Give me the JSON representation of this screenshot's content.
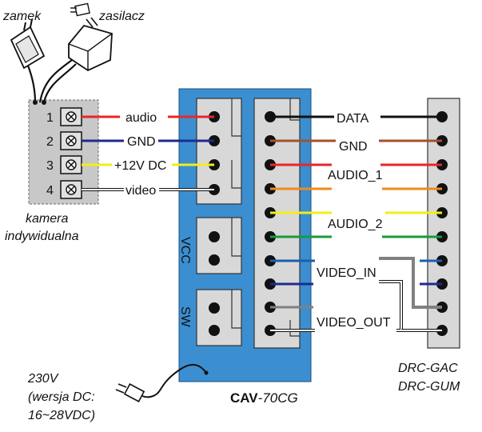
{
  "labels": {
    "zamek": "zamek",
    "zasilacz": "zasilacz",
    "kamera_line1": "kamera",
    "kamera_line2": "indywidualna",
    "terminal_1": "1",
    "terminal_2": "2",
    "terminal_3": "3",
    "terminal_4": "4",
    "audio": "audio",
    "gnd_left": "GND",
    "v12": "+12V DC",
    "video": "video",
    "vcc": "VCC",
    "sw": "SW",
    "data": "DATA",
    "gnd_right": "GND",
    "audio_1": "AUDIO_1",
    "audio_2": "AUDIO_2",
    "video_in": "VIDEO_IN",
    "video_out": "VIDEO_OUT",
    "power_line1": "230V",
    "power_line2": "(wersja DC:",
    "power_line3": "16~28VDC)",
    "model_bold": "CAV",
    "model_rest": "-70CG",
    "drc_gac": "DRC-GAC",
    "drc_gum": "DRC-GUM"
  },
  "colors": {
    "cav_body": "#3b8fd0",
    "connector_fill": "#d8d8d8",
    "camera_fill": "#c8c8c8",
    "wire_red": "#e8262a",
    "wire_blue": "#1f2a8f",
    "wire_yellow": "#f2ee1a",
    "wire_black": "#111111",
    "wire_brown": "#a0522d",
    "wire_orange": "#f08a1c",
    "wire_green": "#1a9a3a",
    "wire_mid_blue": "#1b5fae",
    "wire_gray": "#808080"
  }
}
